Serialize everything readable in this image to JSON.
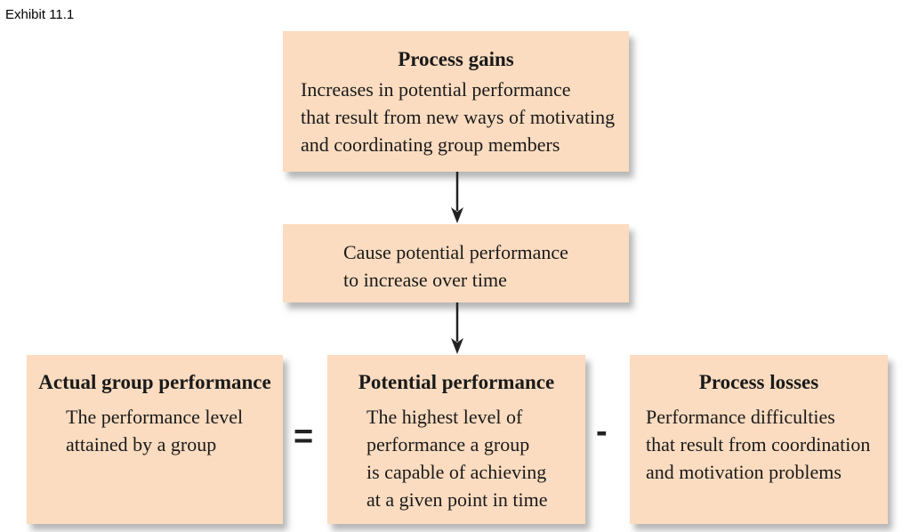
{
  "exhibit_label": "Exhibit 11.1",
  "colors": {
    "box_fill": "#fbdcc0",
    "arrow": "#222222"
  },
  "boxes": {
    "process_gains": {
      "title": "Process gains",
      "lines": [
        "Increases in potential performance",
        "that result from new ways of motivating",
        "and coordinating group members"
      ]
    },
    "cause": {
      "lines": [
        "Cause potential performance",
        "to increase over time"
      ]
    },
    "actual": {
      "title": "Actual group performance",
      "lines": [
        "The performance level",
        "attained by a group"
      ]
    },
    "potential": {
      "title": "Potential performance",
      "lines": [
        "The highest level of",
        "performance a group",
        "is capable of achieving",
        "at a given point in time"
      ]
    },
    "losses": {
      "title": "Process losses",
      "lines": [
        "Performance difficulties",
        "that result from coordination",
        "and motivation problems"
      ]
    }
  },
  "operators": {
    "equals": "=",
    "minus": "-"
  }
}
